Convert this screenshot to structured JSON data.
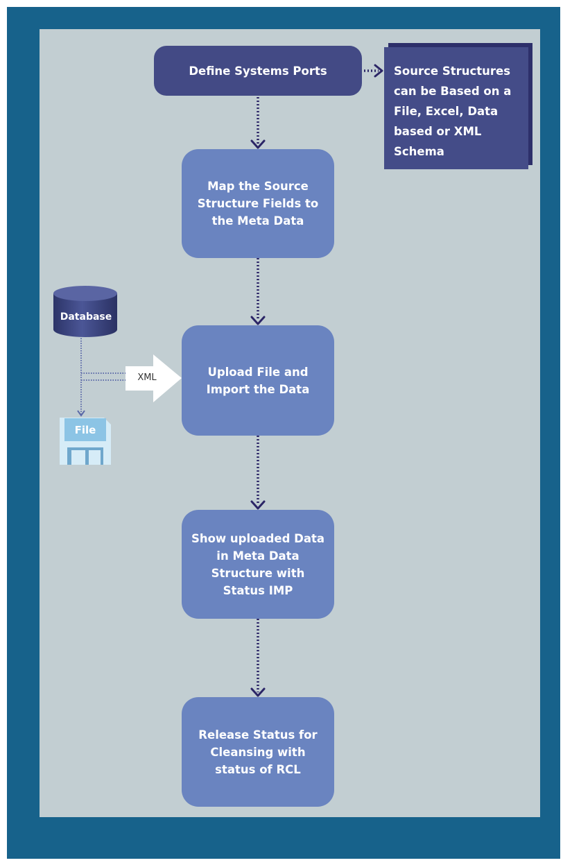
{
  "nodes": {
    "define_ports": "Define Systems Ports",
    "map_fields": "Map the Source Structure Fields to the Meta Data",
    "upload_import": "Upload File and Import the Data",
    "show_uploaded": "Show uploaded Data in Meta Data Structure with Status IMP",
    "release_status": "Release Status for Cleansing with status of RCL"
  },
  "note": "Source Structures can be Based on a File, Excel, Data based or XML Schema",
  "sources": {
    "database_label": "Database",
    "file_label": "File",
    "xml_label": "XML"
  },
  "colors": {
    "frame": "#17628b",
    "canvas": "#c2ced2",
    "process_box": "#6a84c0",
    "top_box": "#434a85",
    "arrow": "#2b2566"
  }
}
